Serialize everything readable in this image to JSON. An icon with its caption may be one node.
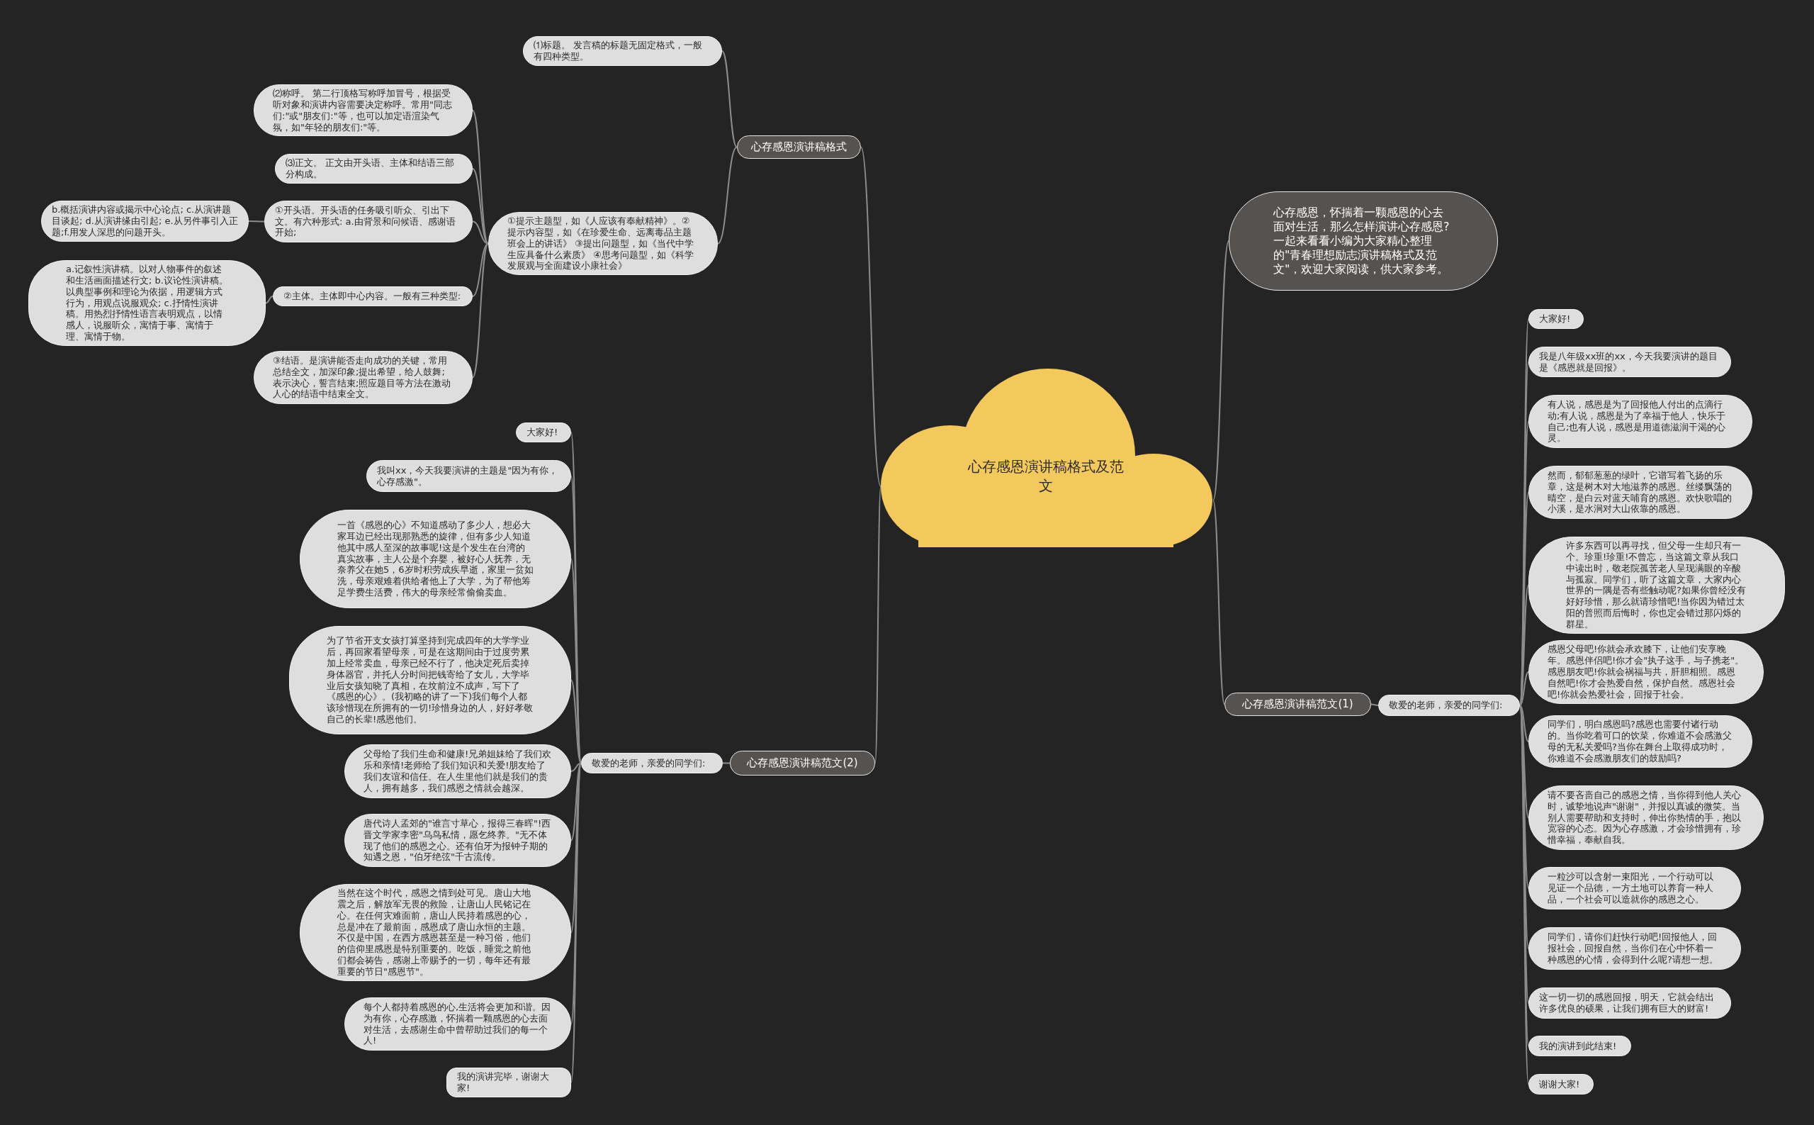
{
  "diagram": {
    "nodes": [
      {
        "text": [
          "心存感恩演讲稿格式及范文"
        ]
      },
      {
        "text": [
          "心存感恩演讲稿格式"
        ]
      },
      {
        "text": [
          "⑴标题。 发言稿的标题无固定格式，一般有四种类型。"
        ]
      },
      {
        "text": [
          "⑵称呼。 第二行顶格写称呼加冒号，根据受听对象和演讲内容需要决定称呼。常用\"同志们:\"或\"朋友们:\"等，也可以加定语渲染气氛，如\"年轻的朋友们:\"等。"
        ]
      },
      {
        "text": [
          "⑶正文。 正文由开头语、主体和结语三部分构成。"
        ]
      },
      {
        "text": [
          "①提示主题型，如《人应该有奉献精神》。②提示内容型，如《在珍爱生命、远离毒品主题班会上的讲话》 ③提出问题型，如《当代中学生应具备什么素质》 ④思考问题型，如《科学发展观与全面建设小康社会》"
        ]
      },
      {
        "text": [
          "①开头语。开头语的任务吸引听众、引出下文。有六种形式: a.由背景和问候语、感谢语开始;"
        ]
      },
      {
        "text": [
          "b.概括演讲内容或揭示中心论点; c.从演讲题目谈起; d.从演讲缘由引起; e.从另件事引入正题;f.用发人深思的问题开头。"
        ]
      },
      {
        "text": [
          "②主体。主体即中心内容。一般有三种类型:"
        ]
      },
      {
        "text": [
          "a.记叙性演讲稿。以对人物事件的叙述和生活画面描述行文; b.议论性演讲稿。以典型事例和理论为依据，用逻辑方式行为，用观点说服观众; c.抒情性演讲稿。用热烈抒情性语言表明观点，以情感人，说服听众，寓情于事、寓情于理、寓情于物。"
        ]
      },
      {
        "text": [
          "③结语。是演讲能否走向成功的关键，常用总结全文，加深印象;提出希望，给人鼓舞;表示决心，誓言结束;照应题目等方法在激动人心的结语中结束全文。"
        ]
      },
      {
        "text": [
          "心存感恩，怀揣着一颗感恩的心去面对生活，那么怎样演讲心存感恩?一起来看看小编为大家精心整理的\"青春理想励志演讲稿格式及范文\"，欢迎大家阅读，供大家参考。"
        ]
      },
      {
        "text": [
          "心存感恩演讲稿范文(1)"
        ]
      },
      {
        "text": [
          "敬爱的老师，亲爱的同学们:"
        ]
      },
      {
        "text": [
          "大家好!"
        ]
      },
      {
        "text": [
          "我是八年级xx班的xx，今天我要演讲的题目是《感恩就是回报》。"
        ]
      },
      {
        "text": [
          "有人说，感恩是为了回报他人付出的点滴行动;有人说，感恩是为了幸福于他人，快乐于自己;也有人说，感恩是用道德滋润干渴的心灵。"
        ]
      },
      {
        "text": [
          "然而，郁郁葱葱的绿叶，它谱写着飞扬的乐章，这是树木对大地滋养的感恩。丝缕飘荡的晴空，是白云对蓝天哺育的感恩。欢快歌唱的小溪，是水涧对大山依靠的感恩。"
        ]
      },
      {
        "text": [
          "许多东西可以再寻找，但父母一生却只有一个。珍重!珍重!不曾忘，当这篇文章从我口中读出时，敬老院孤苦老人呈现满眼的辛酸与孤寂。同学们，听了这篇文章，大家内心世界的一隅是否有些触动呢?如果你曾经没有好好珍惜，那么就请珍惜吧!当你因为错过太阳的普照而后悔时，你也定会错过那闪烁的群星。"
        ]
      },
      {
        "text": [
          "感恩父母吧!你就会承欢膝下，让他们安享晚年。感恩伴侣吧!你才会\"执子这手，与子携老\"。感恩朋友吧!你就会祸福与共，肝胆相照。感恩自然吧!你才会热爱自然，保护自然。感恩社会吧!你就会热爱社会，回报于社会。"
        ]
      },
      {
        "text": [
          "同学们，明白感恩吗?感恩也需要付诸行动的。当你吃着可口的饮菜，你难道不会感激父母的无私关爱吗?当你在舞台上取得成功时，你难道不会感激朋友们的鼓励吗?"
        ]
      },
      {
        "text": [
          "请不要吝啬自己的感恩之情，当你得到他人关心时，诚挚地说声\"谢谢\"，并报以真诚的微笑。当别人需要帮助和支持时，伸出你热情的手，抱以宽容的心态。因为心存感激，才会珍惜拥有，珍惜幸福，奉献自我。"
        ]
      },
      {
        "text": [
          "一粒沙可以含射一束阳光，一个行动可以见证一个品德，一方土地可以养育一种人品，一个社会可以造就你的感恩之心。"
        ]
      },
      {
        "text": [
          "同学们，请你们赶快行动吧!回报他人，回报社会，回报自然，当你们在心中怀着一种感恩的心情，会得到什么呢?请想一想。"
        ]
      },
      {
        "text": [
          "这一切一切的感恩回报，明天，它就会结出许多优良的硕果，让我们拥有巨大的财富!"
        ]
      },
      {
        "text": [
          "我的演讲到此结束!"
        ]
      },
      {
        "text": [
          "谢谢大家!"
        ]
      },
      {
        "text": [
          "心存感恩演讲稿范文(2)"
        ]
      },
      {
        "text": [
          "敬爱的老师，亲爱的同学们:"
        ]
      },
      {
        "text": [
          "大家好!"
        ]
      },
      {
        "text": [
          "我叫xx，今天我要演讲的主题是\"因为有你，心存感激\"。"
        ]
      },
      {
        "text": [
          "一首《感恩的心》不知道感动了多少人，想必大家耳边已经出现那熟悉的旋律，但有多少人知道他其中感人至深的故事呢!这是个发生在台湾的真实故事，主人公是个弃婴，被好心人抚养，无奈养父在她5，6岁时积劳成疾早逝，家里一贫如洗，母亲艰难着供给者他上了大学，为了帮他筹足学费生活费，伟大的母亲经常偷偷卖血。"
        ]
      },
      {
        "text": [
          "为了节省开支女孩打算坚持到完成四年的大学学业后，再回家看望母亲，可是在这期间由于过度劳累加上经常卖血，母亲已经不行了，他决定死后卖掉身体器官，并托人分时间把钱寄给了女儿，大学毕业后女孩知晓了真相，在坟前泣不成声，写下了《感恩的心》。(我初略的讲了一下)我们每个人都该珍惜现在所拥有的一切!珍惜身边的人，好好孝敬自己的长辈!感恩他们。"
        ]
      },
      {
        "text": [
          "父母给了我们生命和健康!兄弟姐妹给了我们欢乐和亲情!老师给了我们知识和关爱!朋友给了我们友谊和信任。在人生里他们就是我们的贵人，拥有越多，我们感恩之情就会越深。"
        ]
      },
      {
        "text": [
          "唐代诗人孟郊的\"谁言寸草心，报得三春晖\"!西晋文学家李密\"乌鸟私情，愿乞终养。\"无不体现了他们的感恩之心。还有伯牙为报钟子期的知遇之恩，\"伯牙绝弦\"千古流传。"
        ]
      },
      {
        "text": [
          "当然在这个时代，感恩之情到处可见。唐山大地震之后，解放军无畏的救险，让唐山人民铭记在心。在任何灾难面前，唐山人民持着感恩的心，总是冲在了最前面，感恩成了唐山永恒的主题。不仅是中国，在西方感恩甚至是一种习俗，他们的信仰里感恩是特别重要的。吃饭，睡觉之前他们都会祷告，感谢上帝赐予的一切，每年还有最重要的节日\"感恩节\"。"
        ]
      },
      {
        "text": [
          "每个人都持着感恩的心,生活将会更加和谐。因为有你，心存感激，怀揣着一颗感恩的心去面对生活，去感谢生命中曾帮助过我们的每一个人!"
        ]
      },
      {
        "text": [
          "我的演讲完毕，谢谢大家!"
        ]
      }
    ],
    "edges": [
      {
        "from": 0,
        "to": 1,
        "arrow": "none"
      },
      {
        "from": 1,
        "to": 2,
        "arrow": "none"
      },
      {
        "from": 1,
        "to": 5,
        "arrow": "none"
      },
      {
        "from": 5,
        "to": 3,
        "arrow": "none"
      },
      {
        "from": 5,
        "to": 4,
        "arrow": "none"
      },
      {
        "from": 5,
        "to": 6,
        "arrow": "none"
      },
      {
        "from": 6,
        "to": 7,
        "arrow": "none"
      },
      {
        "from": 5,
        "to": 8,
        "arrow": "none"
      },
      {
        "from": 8,
        "to": 9,
        "arrow": "none"
      },
      {
        "from": 5,
        "to": 10,
        "arrow": "none"
      },
      {
        "from": 0,
        "to": 11,
        "arrow": "none"
      },
      {
        "from": 0,
        "to": 12,
        "arrow": "none"
      },
      {
        "from": 12,
        "to": 13,
        "arrow": "none"
      },
      {
        "from": 13,
        "to": 14,
        "arrow": "none"
      },
      {
        "from": 13,
        "to": 15,
        "arrow": "none"
      },
      {
        "from": 13,
        "to": 16,
        "arrow": "none"
      },
      {
        "from": 13,
        "to": 17,
        "arrow": "none"
      },
      {
        "from": 13,
        "to": 18,
        "arrow": "none"
      },
      {
        "from": 13,
        "to": 19,
        "arrow": "none"
      },
      {
        "from": 13,
        "to": 20,
        "arrow": "none"
      },
      {
        "from": 13,
        "to": 21,
        "arrow": "none"
      },
      {
        "from": 13,
        "to": 22,
        "arrow": "none"
      },
      {
        "from": 13,
        "to": 23,
        "arrow": "none"
      },
      {
        "from": 13,
        "to": 24,
        "arrow": "none"
      },
      {
        "from": 13,
        "to": 25,
        "arrow": "none"
      },
      {
        "from": 13,
        "to": 26,
        "arrow": "none"
      },
      {
        "from": 0,
        "to": 27,
        "arrow": "none"
      },
      {
        "from": 27,
        "to": 28,
        "arrow": "none"
      },
      {
        "from": 28,
        "to": 29,
        "arrow": "none"
      },
      {
        "from": 28,
        "to": 30,
        "arrow": "none"
      },
      {
        "from": 28,
        "to": 31,
        "arrow": "none"
      },
      {
        "from": 28,
        "to": 32,
        "arrow": "none"
      },
      {
        "from": 28,
        "to": 33,
        "arrow": "none"
      },
      {
        "from": 28,
        "to": 34,
        "arrow": "none"
      },
      {
        "from": 28,
        "to": 35,
        "arrow": "none"
      },
      {
        "from": 28,
        "to": 36,
        "arrow": "none"
      },
      {
        "from": 28,
        "to": 37,
        "arrow": "none"
      }
    ]
  }
}
